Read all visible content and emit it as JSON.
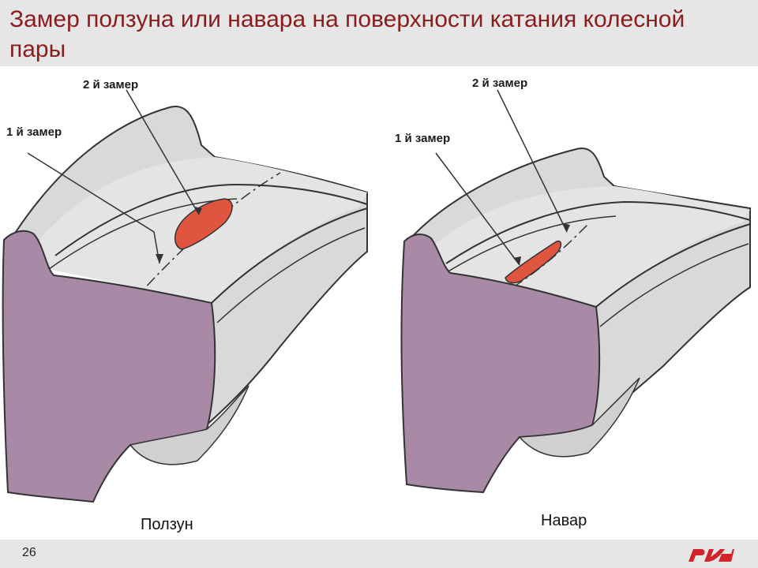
{
  "slide": {
    "title": "Замер ползуна или навара на поверхности катания колесной пары",
    "page_number": "26"
  },
  "figures": [
    {
      "caption": "Ползун",
      "callout_1": "1 й замер",
      "callout_2": "2 й замер",
      "defect_color": "#e0553f"
    },
    {
      "caption": "Навар",
      "callout_1": "1 й замер",
      "callout_2": "2 й замер",
      "defect_color": "#e0553f"
    }
  ],
  "colors": {
    "title": "#8a1c1c",
    "band": "#e6e6e6",
    "metal": "#d8d8d8",
    "section": "#a98aa6",
    "logo": "#d2232a"
  },
  "icons": {
    "logo": "rzd-logo"
  }
}
